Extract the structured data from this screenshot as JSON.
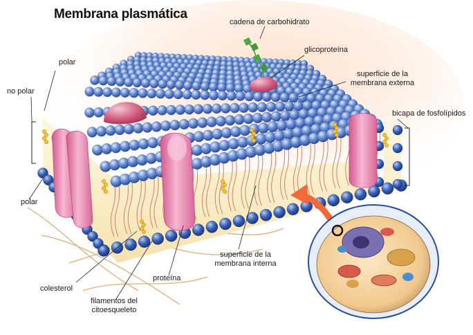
{
  "title": "Membrana plasmática",
  "labels": {
    "carb_chain": "cadena de carbohidrato",
    "glycoprotein": "glicoproteína",
    "outer_surface_1": "superficie de la",
    "outer_surface_2": "membrana externa",
    "bilayer": "bicapa de fosfolípidos",
    "polar_top": "polar",
    "nonpolar": "no polar",
    "polar_bottom": "polar",
    "cholesterol": "colesterol",
    "filaments_1": "filamentos del",
    "filaments_2": "citoesqueleto",
    "protein": "proteína",
    "inner_surface_1": "superficie de la",
    "inner_surface_2": "membrana interna"
  },
  "colors": {
    "phosphate_head": "#3a63b8",
    "tail": "#c8836a",
    "protein": "#e98fb6",
    "glycoprotein": "#c8456a",
    "carbohydrate": "#3f9a3a",
    "cholesterol": "#f2c23a",
    "filament": "#d8b07a",
    "arrow": "#f26a3a"
  }
}
